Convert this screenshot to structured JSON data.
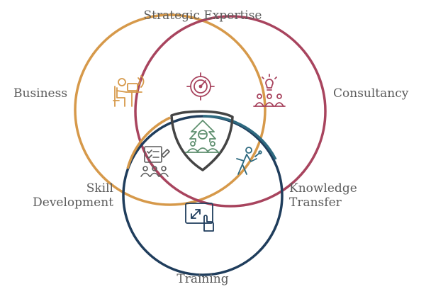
{
  "labels": {
    "top": "Strategic Expertise",
    "left": "Business",
    "right": "Consultancy",
    "skill_line1": "Skill",
    "skill_line2": "Development",
    "knowledge_line1": "Knowledge",
    "knowledge_line2": "Transfer",
    "bottom": "Training"
  },
  "colors": {
    "business": "#D6994A",
    "consultancy": "#A8445E",
    "training": "#1F3D5C",
    "knowledge": "#2E6A80",
    "center": "#444444",
    "center_icon": "#5E8F6F",
    "text": "#5B5B5B"
  },
  "icons": {
    "business": "person-at-desk-icon",
    "strategic": "target-dial-icon",
    "consultancy": "idea-group-icon",
    "skill": "checklist-people-icon",
    "center": "growth-team-icon",
    "knowledge": "presenter-icon",
    "training": "touch-screen-icon"
  }
}
